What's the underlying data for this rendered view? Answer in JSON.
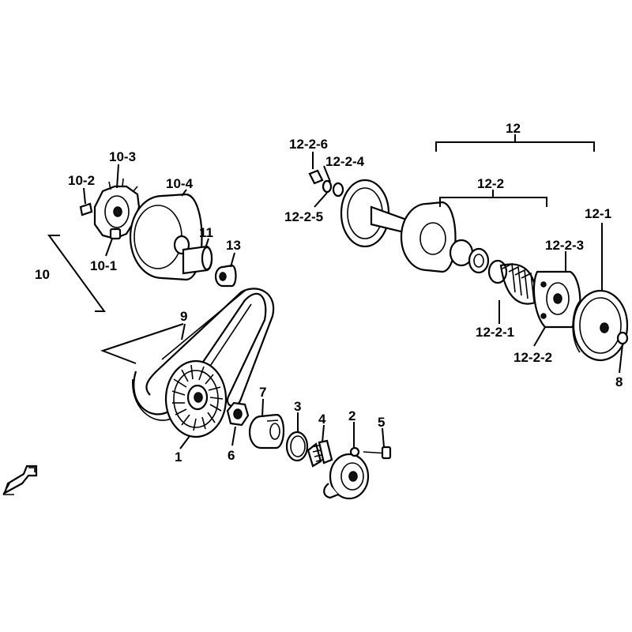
{
  "labels": {
    "p1": "1",
    "p2": "2",
    "p3": "3",
    "p4": "4",
    "p5": "5",
    "p6": "6",
    "p7": "7",
    "p8": "8",
    "p9": "9",
    "p10": "10",
    "p10_1": "10-1",
    "p10_2": "10-2",
    "p10_3": "10-3",
    "p10_4": "10-4",
    "p11": "11",
    "p12": "12",
    "p12_1": "12-1",
    "p12_2": "12-2",
    "p12_2_1": "12-2-1",
    "p12_2_2": "12-2-2",
    "p12_2_3": "12-2-3",
    "p12_2_4": "12-2-4",
    "p12_2_5": "12-2-5",
    "p12_2_6": "12-2-6",
    "p13": "13"
  }
}
